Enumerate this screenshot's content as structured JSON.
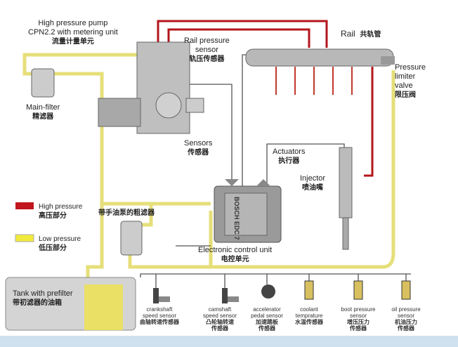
{
  "labels": {
    "pump": {
      "en1": "High pressure  pump",
      "en2": "CPN2.2 with metering unit",
      "cn": "流量计量单元"
    },
    "rail_sensor": {
      "en1": "Rail pressure",
      "en2": "sensor",
      "cn": "轨压传感器"
    },
    "rail": {
      "en": "Rail",
      "cn": "共轨管"
    },
    "limiter": {
      "en1": "Pressure",
      "en2": "limiter",
      "en3": "valve",
      "cn": "限压阀"
    },
    "main_filter": {
      "en": "Main-filter",
      "cn": "精滤器"
    },
    "sensors": {
      "en": "Sensors",
      "cn": "传感器"
    },
    "actuators": {
      "en": "Actuators",
      "cn": "执行器"
    },
    "injector": {
      "en": "Injector",
      "cn": "喷油嘴"
    },
    "prefilter": {
      "cn": "带手油泵的粗滤器"
    },
    "ecu": {
      "en": "Electronic control unit",
      "cn": "电控单元",
      "brand": "BOSCH EDC 7"
    },
    "tank": {
      "en": "Tank with prefilter",
      "cn": "带初滤器的油箱"
    }
  },
  "legend": [
    {
      "en": "High pressure",
      "cn": "高压部分",
      "color": "#c0161c"
    },
    {
      "en": "Low pressure",
      "cn": "低压部分",
      "color": "#f2ea3a"
    }
  ],
  "sensors": [
    {
      "en1": "crankshaft",
      "en2": "speed sensor",
      "cn1": "曲轴转速传感器",
      "cn2": ""
    },
    {
      "en1": "camshaft",
      "en2": "speed sensor",
      "cn1": "凸轮轴转速",
      "cn2": "传感器"
    },
    {
      "en1": "accelerator",
      "en2": "pedal  sensor",
      "cn1": "加速踏板",
      "cn2": "传感器"
    },
    {
      "en1": "coolant",
      "en2": "temprature",
      "cn1": "水温传感器",
      "cn2": ""
    },
    {
      "en1": "boot pressure",
      "en2": "sensor",
      "cn1": "增压压力",
      "cn2": "传感器"
    },
    {
      "en1": "oil pressure",
      "en2": "sensor",
      "cn1": "机油压力",
      "cn2": "传感器"
    }
  ],
  "colors": {
    "high": "#b3161b",
    "low": "#e9e27a",
    "wire": "#555555"
  }
}
